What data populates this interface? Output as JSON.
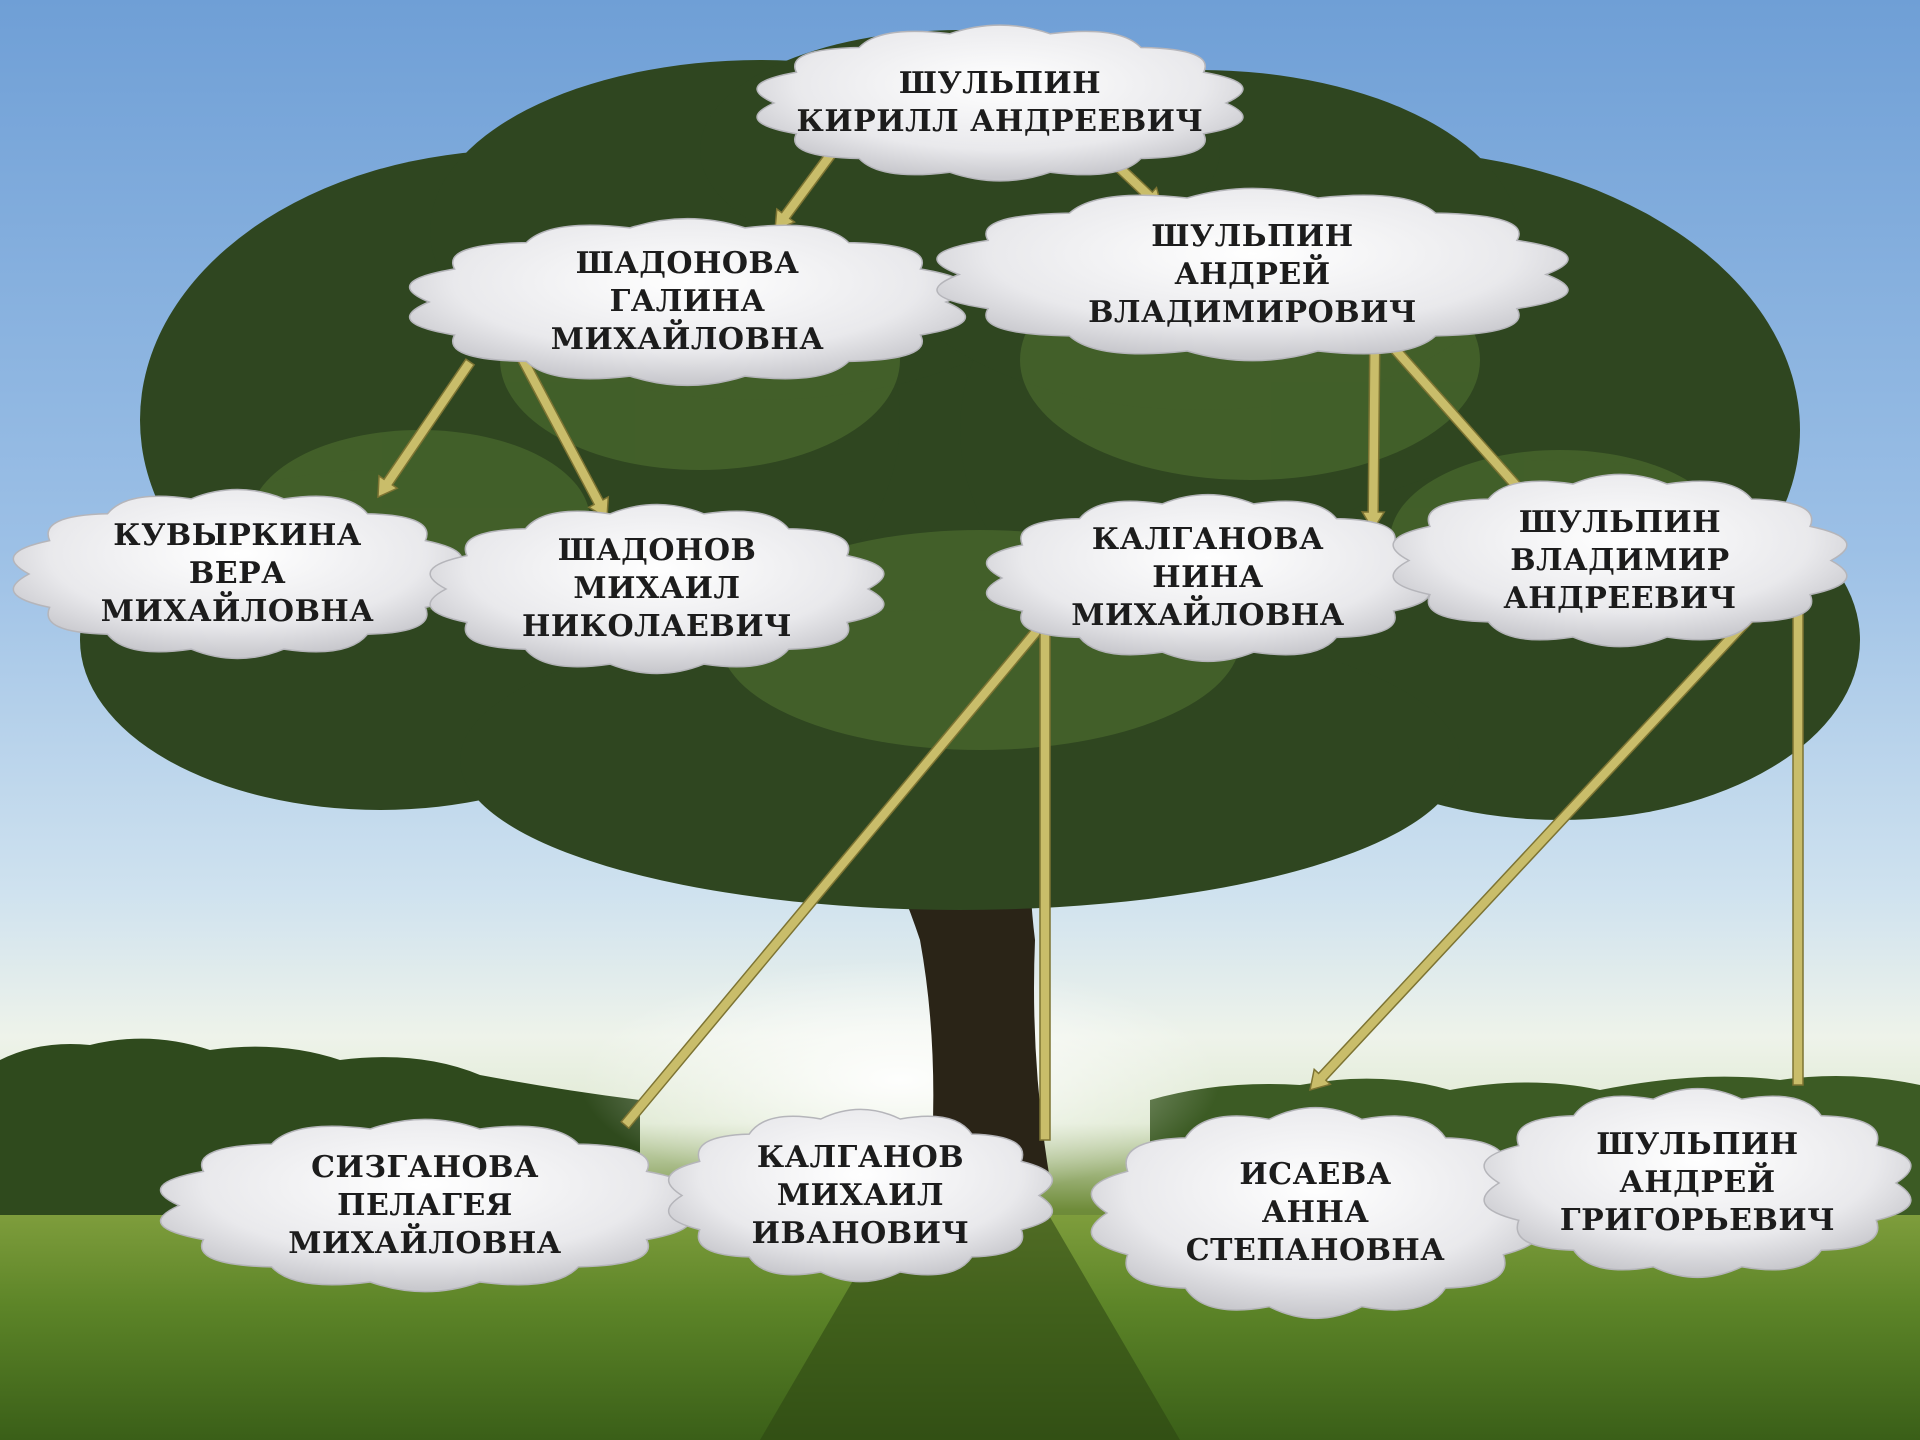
{
  "colors": {
    "cloud_fill": "#e9e9ec",
    "cloud_edge": "#b5b5ba",
    "arrow": "#c9bd6a",
    "arrow_edge": "#7d7433",
    "text": "#1c1c1c"
  },
  "nodes": {
    "root": [
      "ШУЛЬПИН",
      "КИРИЛЛ АНДРЕЕВИЧ"
    ],
    "mother": [
      "ШАДОНОВА",
      "ГАЛИНА",
      "МИХАЙЛОВНА"
    ],
    "father": [
      "ШУЛЬПИН",
      "АНДРЕЙ",
      "ВЛАДИМИРОВИЧ"
    ],
    "mgm": [
      "КУВЫРКИНА",
      "ВЕРА",
      "МИХАЙЛОВНА"
    ],
    "mgf": [
      "ШАДОНОВ",
      "МИХАИЛ",
      "НИКОЛАЕВИЧ"
    ],
    "pgm": [
      "КАЛГАНОВА",
      "НИНА",
      "МИХАЙЛОВНА"
    ],
    "pgf": [
      "ШУЛЬПИН",
      "ВЛАДИМИР",
      "АНДРЕЕВИЧ"
    ],
    "ggm1": [
      "СИЗГАНОВА",
      "ПЕЛАГЕЯ",
      "МИХАЙЛОВНА"
    ],
    "ggf1": [
      "КАЛГАНОВ",
      "МИХАИЛ",
      "ИВАНОВИЧ"
    ],
    "ggm2": [
      "ИСАЕВА",
      "АННА",
      "СТЕПАНОВНА"
    ],
    "ggf2": [
      "ШУЛЬПИН",
      "АНДРЕЙ",
      "ГРИГОРЬЕВИЧ"
    ]
  }
}
